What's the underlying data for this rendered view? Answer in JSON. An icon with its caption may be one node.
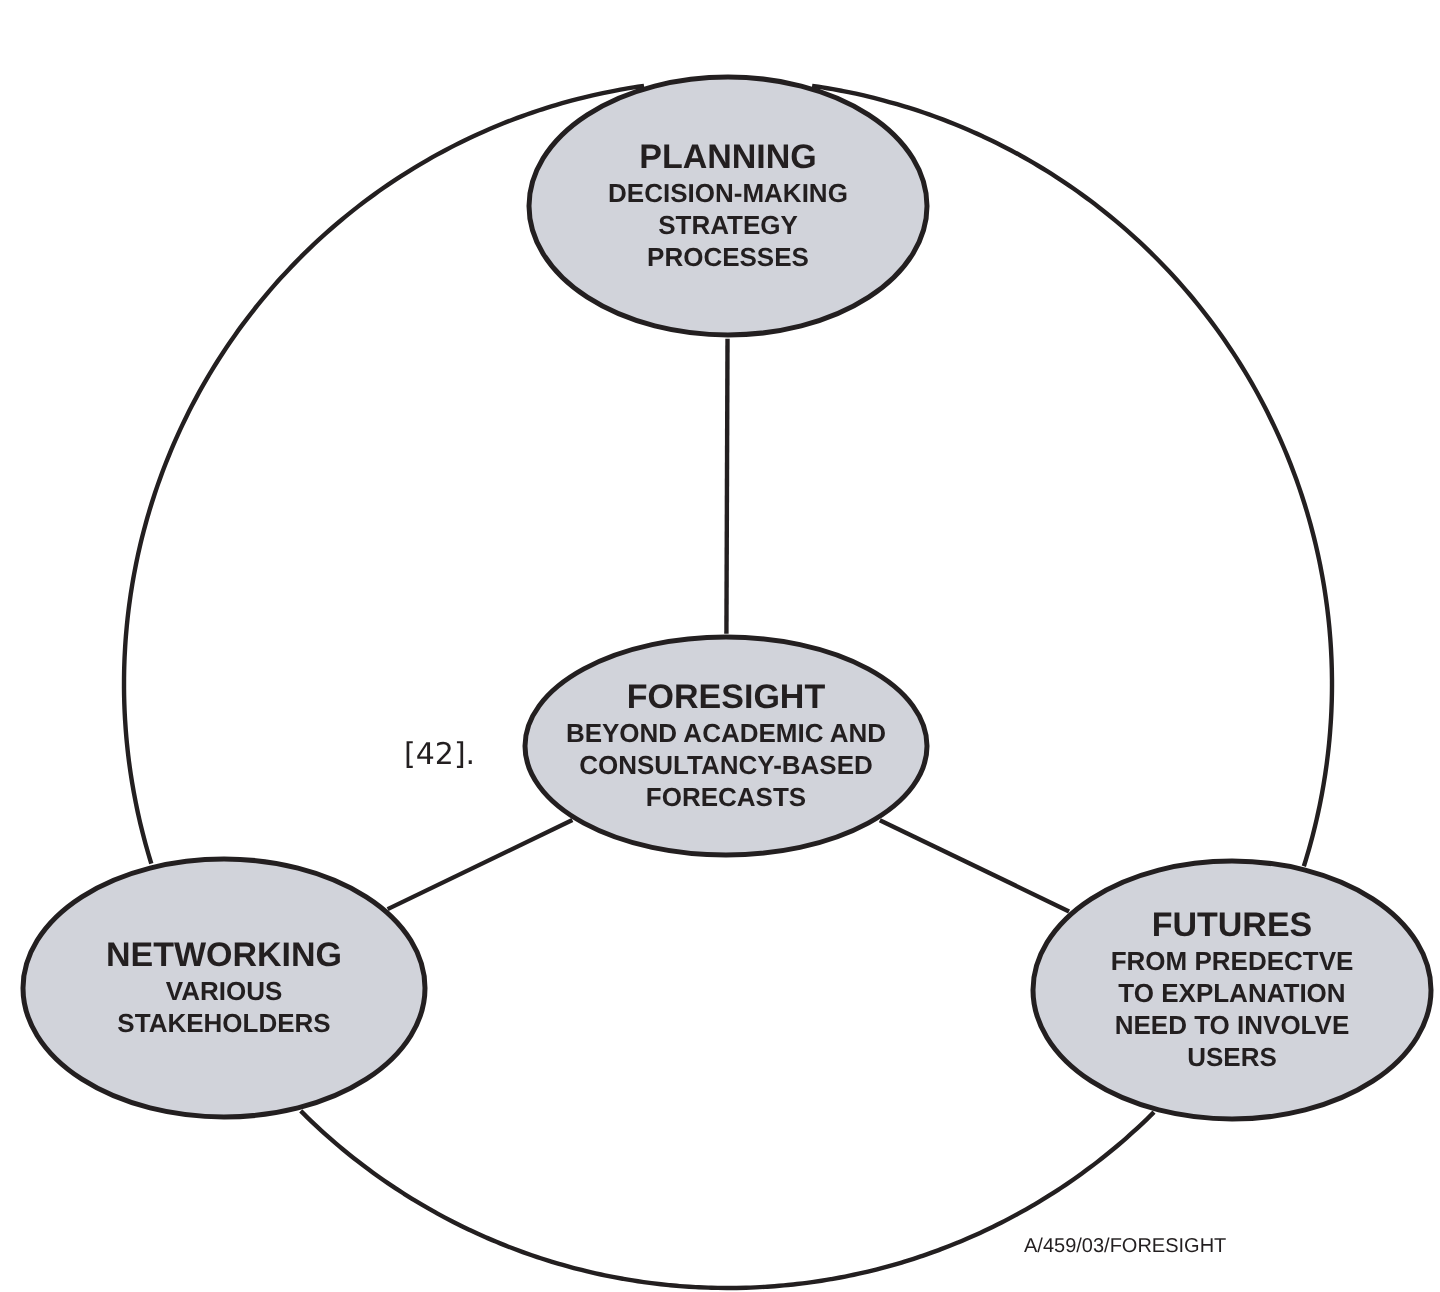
{
  "diagram": {
    "nodes": [
      {
        "text": [
          "PLANNING",
          "DECISION-MAKING",
          "STRATEGY",
          "PROCESSES"
        ]
      },
      {
        "text": [
          "FORESIGHT",
          "BEYOND ACADEMIC AND CONSULTANCY-BASED FORECASTS"
        ]
      },
      {
        "text": [
          "NETWORKING",
          "VARIOUS STAKEHOLDERS"
        ]
      },
      {
        "text": [
          "FUTURES",
          "FROM PREDECTVE TO EXPLANATION",
          "NEED TO INVOLVE USERS"
        ]
      }
    ],
    "edges": [
      {
        "from": 0,
        "to": 1,
        "arrow": "none"
      },
      {
        "from": 1,
        "to": 2,
        "arrow": "none"
      },
      {
        "from": 1,
        "to": 3,
        "arrow": "none"
      },
      {
        "from": 0,
        "to": 2,
        "arrow": "none"
      },
      {
        "from": 0,
        "to": 3,
        "arrow": "none"
      },
      {
        "from": 2,
        "to": 3,
        "arrow": "none"
      }
    ],
    "labels": [
      "[42].",
      "A/459/03/FORESIGHT"
    ]
  }
}
